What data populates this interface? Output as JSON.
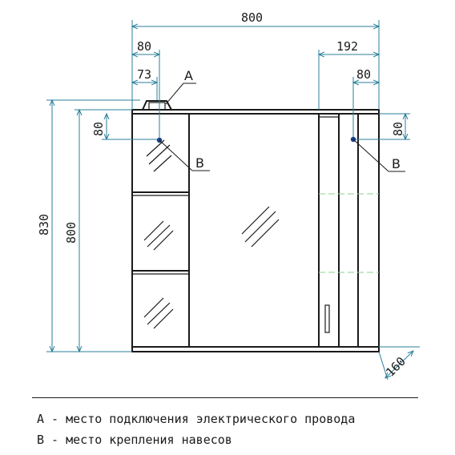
{
  "dimensions": {
    "total_width": "800",
    "left_offset": "80",
    "left_inner": "73",
    "right_section": "192",
    "right_offset": "80",
    "total_height": "830",
    "body_height": "800",
    "top_left": "80",
    "top_right": "80",
    "depth": "160"
  },
  "markers": {
    "a": "A",
    "b_left": "B",
    "b_right": "B"
  },
  "legend": {
    "a": "А - место подключения электрического провода",
    "b": "В - место крепления навесов"
  },
  "colors": {
    "dimension": "#2a7f9a",
    "shelf": "#8fcf8f",
    "point": "#1a3f8a"
  }
}
